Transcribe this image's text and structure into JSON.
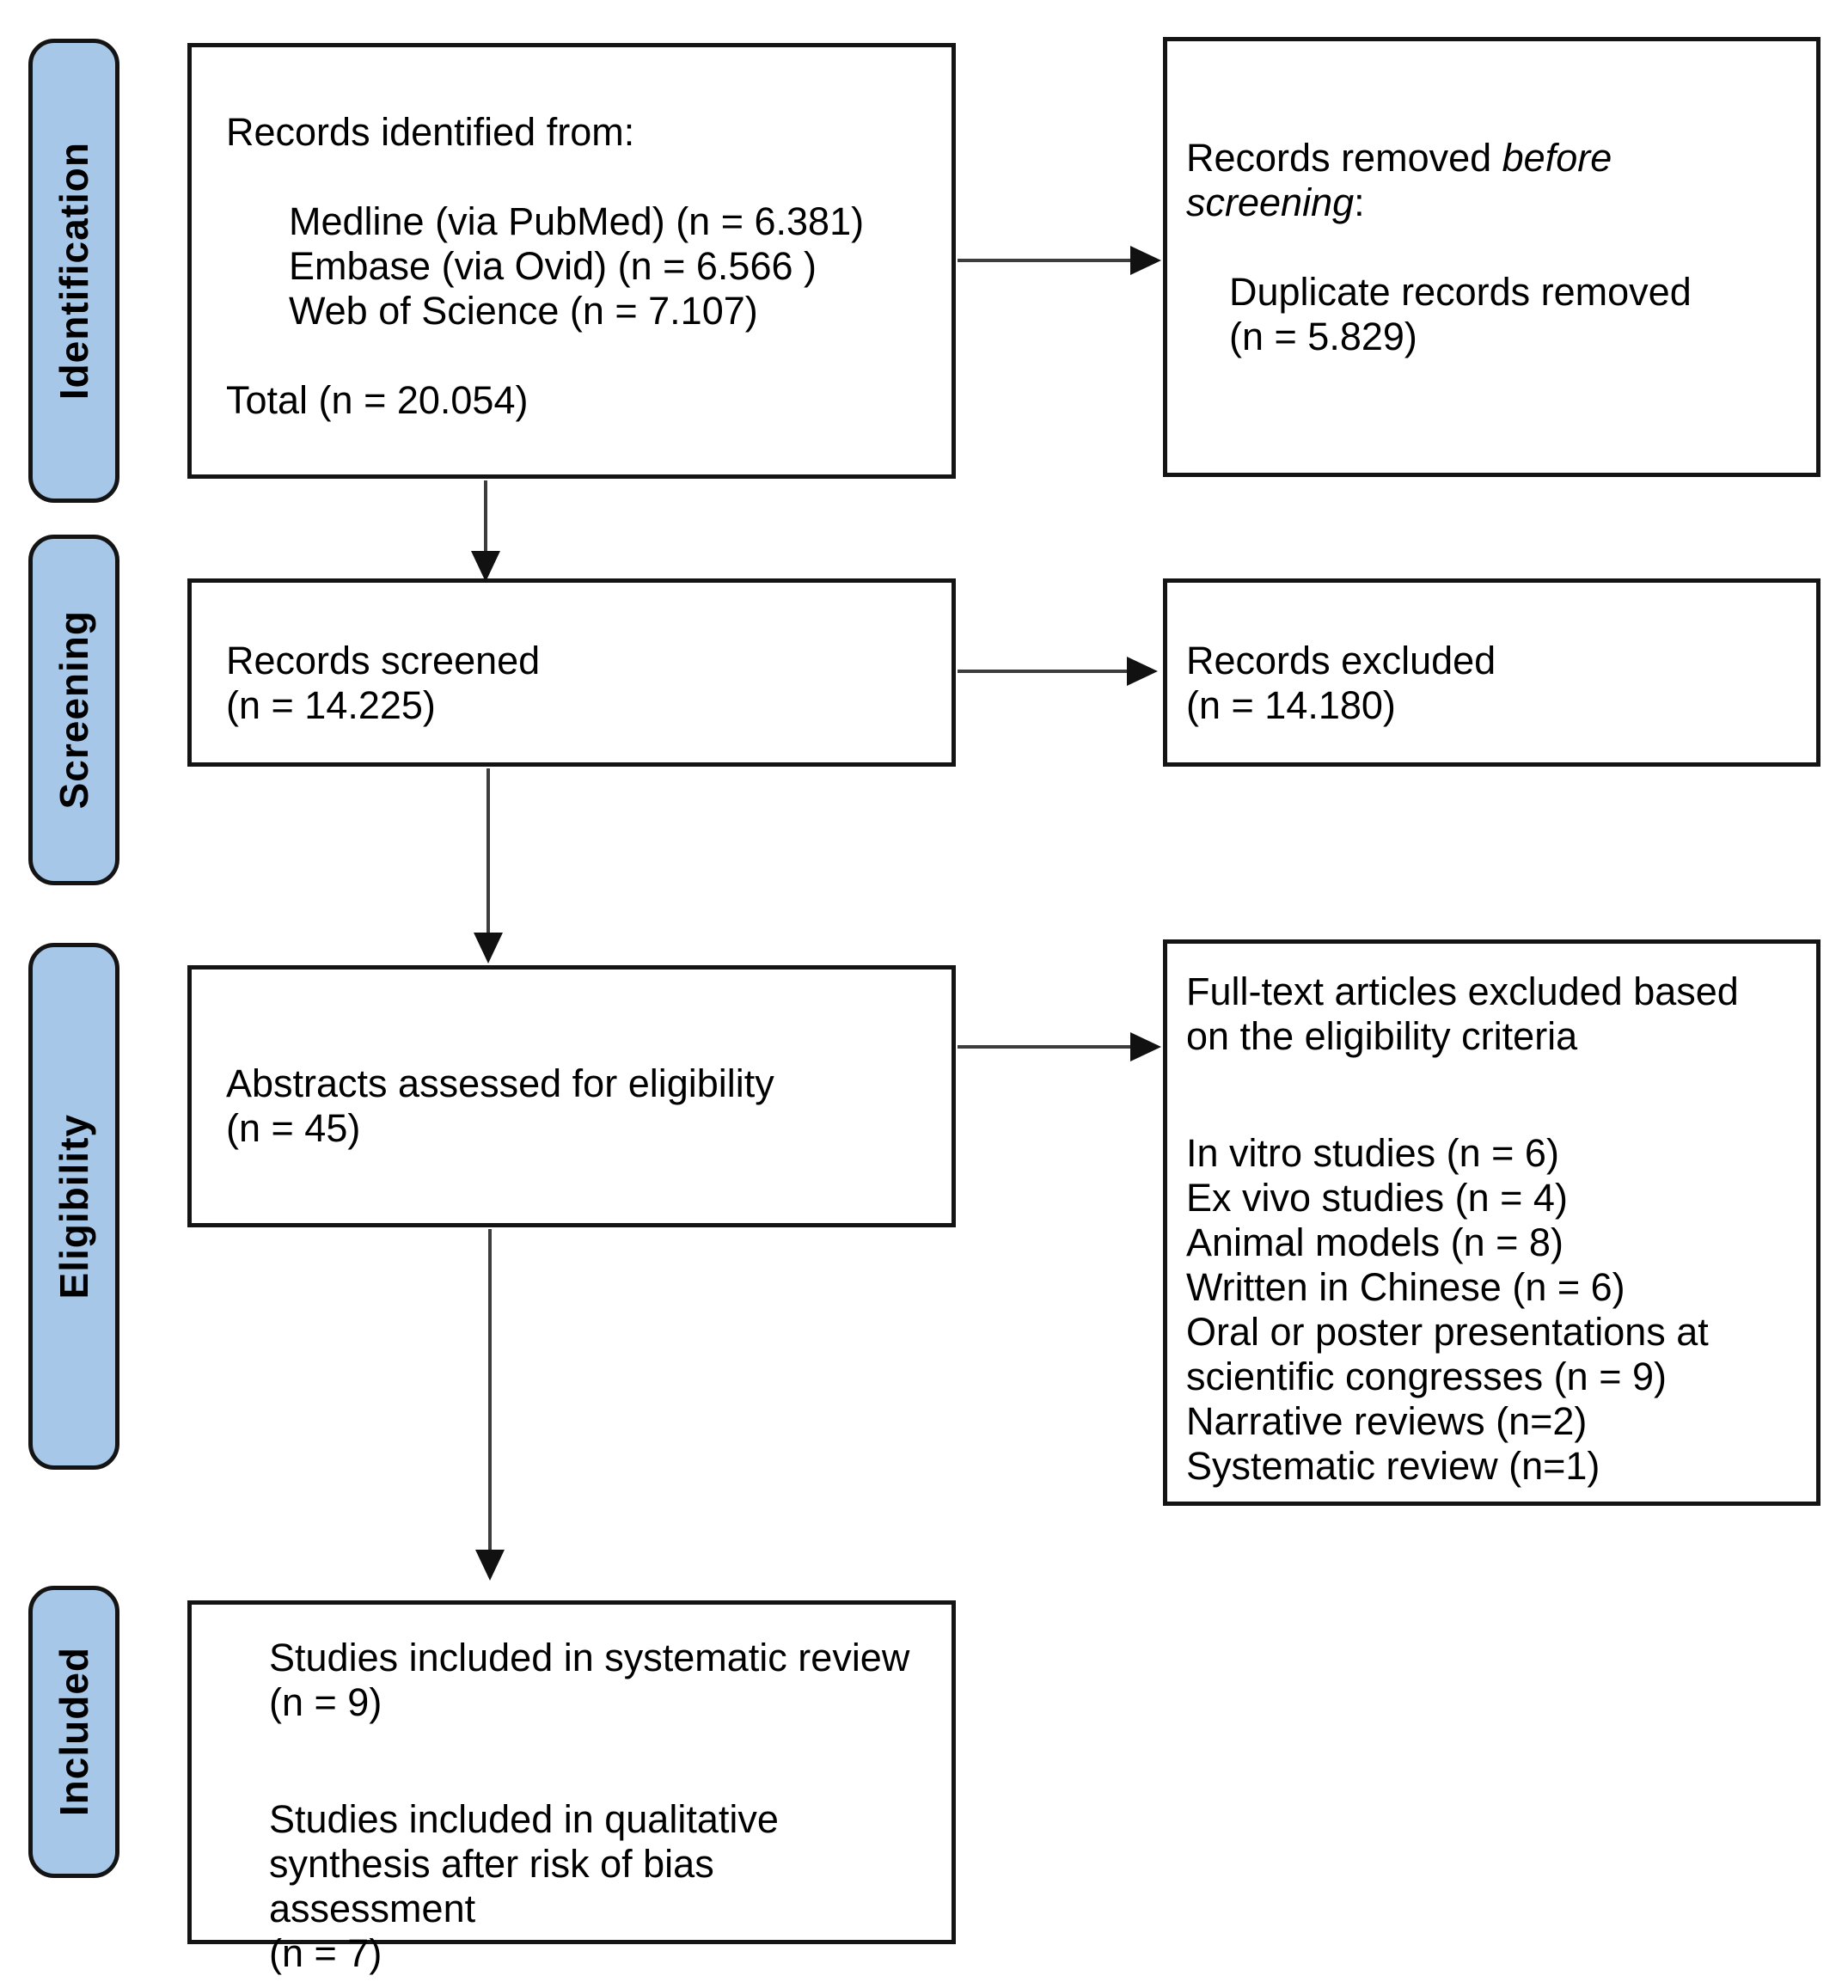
{
  "stages": {
    "identification": "Identification",
    "screening": "Screening",
    "eligibility": "Eligibility",
    "included": "Included"
  },
  "boxes": {
    "records_identified": {
      "title": "Records identified from:",
      "sources": [
        "Medline (via PubMed) (n = 6.381)",
        "Embase (via Ovid) (n = 6.566 )",
        "Web of Science (n = 7.107)"
      ],
      "total": "Total (n = 20.054)"
    },
    "records_removed": {
      "intro_prefix": "Records removed ",
      "intro_italic_word1": "before",
      "intro_italic_word2": "screening",
      "intro_suffix": ":",
      "reason": "Duplicate records removed",
      "reason_count": "(n = 5.829)"
    },
    "records_screened": {
      "line1": "Records screened",
      "line2": "(n = 14.225)"
    },
    "records_excluded": {
      "line1": "Records excluded",
      "line2": "(n = 14.180)"
    },
    "abstracts_assessed": {
      "line1": "Abstracts assessed for eligibility",
      "line2": "(n = 45)"
    },
    "fulltext_excluded": {
      "title_line1": "Full-text articles excluded based",
      "title_line2": "on the eligibility criteria",
      "reasons": [
        "In vitro studies (n = 6)",
        "Ex vivo studies (n = 4)",
        "Animal models (n = 8)",
        "Written in Chinese (n = 6)",
        "Oral or poster presentations at",
        "scientific congresses  (n = 9)",
        "Narrative reviews (n=2)",
        "Systematic review (n=1)"
      ]
    },
    "studies_included": {
      "line1": "Studies included in systematic review",
      "line2": "(n = 9)",
      "line3": "Studies included in qualitative",
      "line4": "synthesis after risk of bias assessment",
      "line5": "(n = 7)"
    }
  },
  "colors": {
    "stage_fill": "#a6c7e8",
    "box_border": "#141414",
    "arrow_line": "#3d3d3d",
    "arrow_head": "#111111"
  }
}
